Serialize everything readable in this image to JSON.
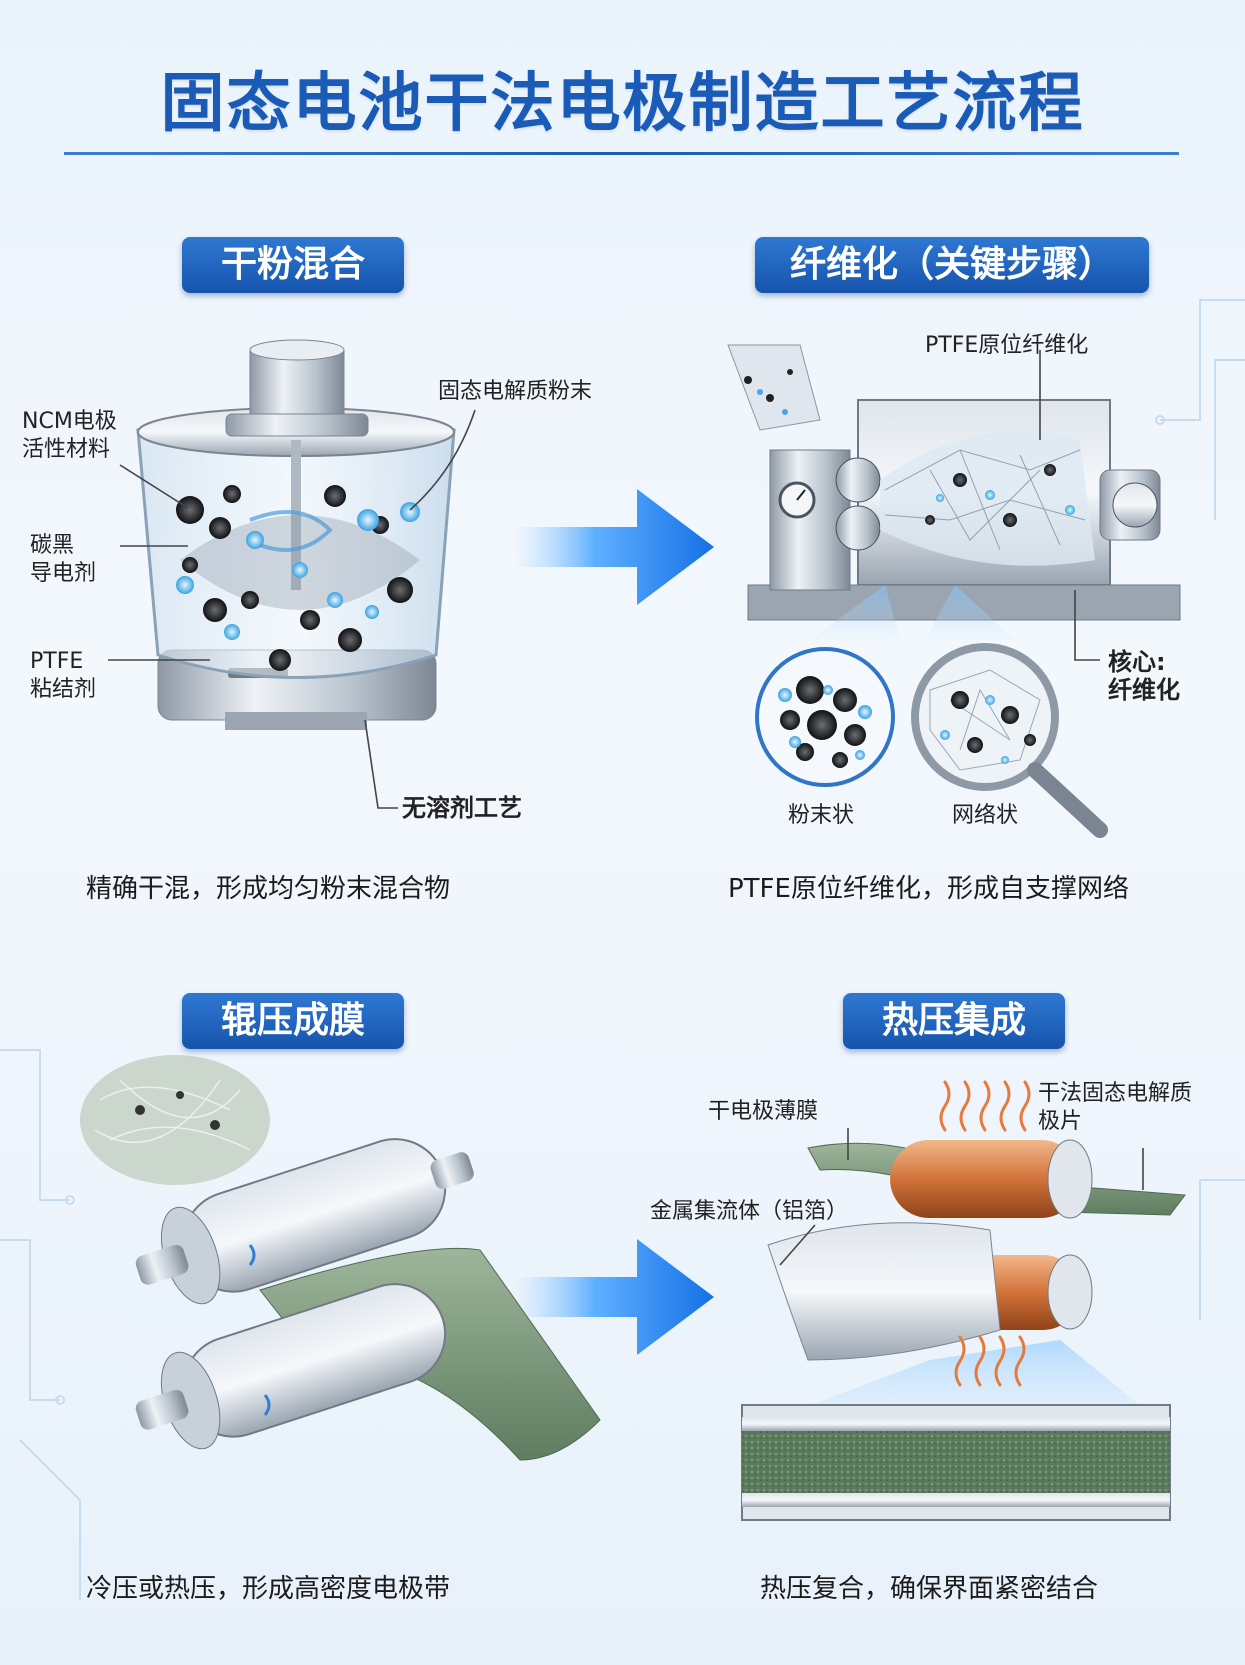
{
  "title": "固态电池干法电极制造工艺流程",
  "colors": {
    "accent": "#1a5bb8",
    "badge": "#1f63c0",
    "arrow": "#2d8ef0",
    "film": "#6f8f6f",
    "copper": "#d2733a"
  },
  "steps": [
    {
      "badge": "干粉混合",
      "caption": "精确干混，形成均匀粉末混合物",
      "labels": {
        "ncm": "NCM电极\n活性材料",
        "electrolyte": "固态电解质粉末",
        "carbon": "碳黑\n导电剂",
        "ptfe": "PTFE\n粘结剂",
        "solvent_free": "无溶剂工艺"
      }
    },
    {
      "badge": "纤维化（关键步骤）",
      "caption": "PTFE原位纤维化，形成自支撑网络",
      "labels": {
        "ptfe_insitu": "PTFE原位纤维化",
        "core": "核心:\n纤维化",
        "powder": "粉末状",
        "network": "网络状"
      }
    },
    {
      "badge": "辊压成膜",
      "caption": "冷压或热压，形成高密度电极带"
    },
    {
      "badge": "热压集成",
      "caption": "热压复合，确保界面紧密结合",
      "labels": {
        "dry_film": "干电极薄膜",
        "collector": "金属集流体（铝箔）",
        "sheet": "干法固态电解质\n极片"
      }
    }
  ],
  "icons": [
    "mixer-icon",
    "fibrillation-machine-icon",
    "magnifier-icon",
    "roller-press-icon",
    "hot-press-icon",
    "flow-arrow-icon",
    "heat-wave-icon"
  ]
}
